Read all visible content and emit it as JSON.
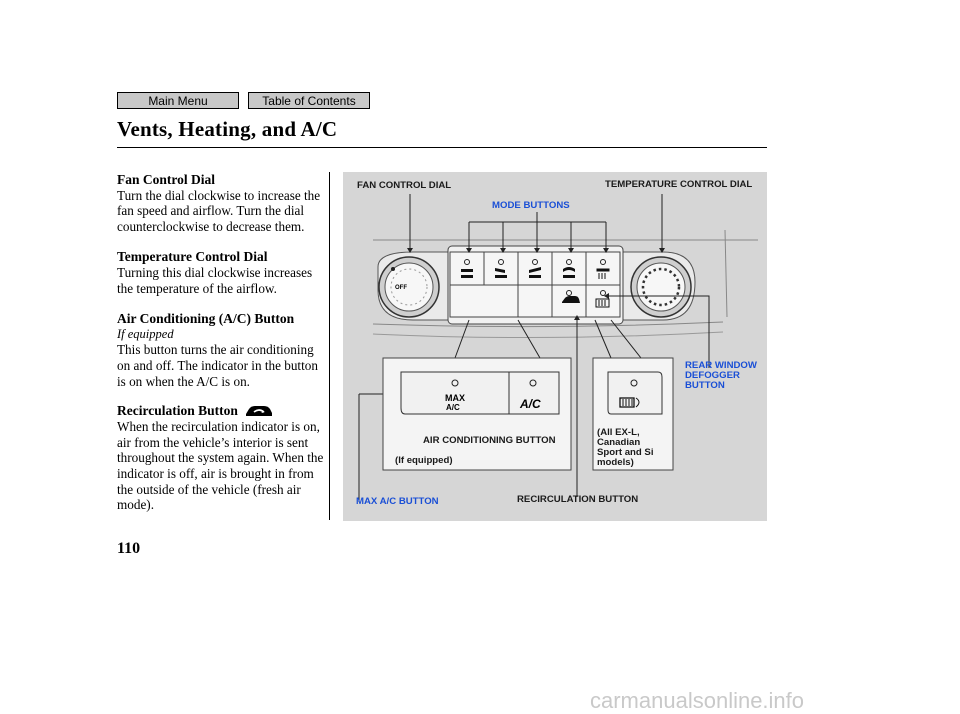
{
  "nav": {
    "main_menu": "Main Menu",
    "table_of_contents": "Table of Contents"
  },
  "page": {
    "title": "Vents, Heating, and A/C",
    "number": "110"
  },
  "sections": [
    {
      "heading": "Fan Control Dial",
      "body": "Turn the dial clockwise to increase the fan speed and airflow. Turn the dial counterclockwise to decrease them."
    },
    {
      "heading": "Temperature Control Dial",
      "body": "Turning this dial clockwise increases the temperature of the airflow."
    },
    {
      "heading": "Air Conditioning (A/C) Button",
      "note": "If equipped",
      "body": "This button turns the air conditioning on and off. The indicator in the button is on when the A/C is on."
    },
    {
      "heading": "Recirculation Button",
      "icon": "recirculation-car-icon",
      "body": "When the recirculation indicator is on, air from the vehicle’s interior is sent throughout the system again. When the indicator is off, air is brought in from the outside of the vehicle (fresh air mode)."
    }
  ],
  "figure": {
    "labels": {
      "fan_control_dial": "FAN CONTROL DIAL",
      "temperature_control_dial": "TEMPERATURE CONTROL DIAL",
      "mode_buttons": "MODE BUTTONS",
      "rear_window_defogger_1": "REAR WINDOW",
      "rear_window_defogger_2": "DEFOGGER",
      "rear_window_defogger_3": "BUTTON",
      "air_conditioning_button": "AIR CONDITIONING BUTTON",
      "if_equipped": "(If equipped)",
      "max_ac_button": "MAX A/C BUTTON",
      "recirculation_button": "RECIRCULATION BUTTON",
      "models_1": "(All EX-L,",
      "models_2": "Canadian",
      "models_3": "Sport and Si",
      "models_4": "models)",
      "max_text_1": "MAX",
      "max_text_2": "A/C",
      "ac_text": "A/C",
      "off_text": "OFF"
    },
    "colors": {
      "callout_blue": "#1a4fd6",
      "panel_gray": "#d6d6d6"
    }
  },
  "watermark": "carmanualsonline.info"
}
